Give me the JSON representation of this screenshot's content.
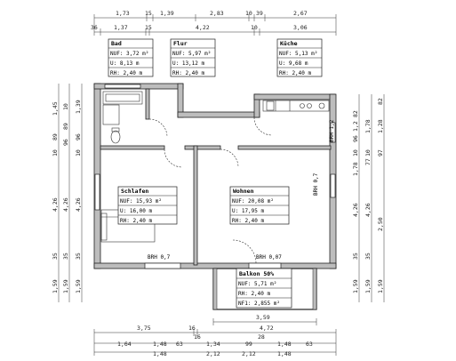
{
  "rooms": [
    {
      "id": "bad",
      "name": "Bad",
      "nuf": "NUF: 3,72 m²",
      "u": "U:    8,13 m",
      "rh": "RH:   2,40 m"
    },
    {
      "id": "flur",
      "name": "Flur",
      "nuf": "NUF: 5,97 m²",
      "u": "U:   13,12 m",
      "rh": "RH:   2,40 m"
    },
    {
      "id": "kueche",
      "name": "Küche",
      "nuf": "NUF: 5,13 m²",
      "u": "U:    9,68 m",
      "rh": "RH:   2,40 m"
    },
    {
      "id": "schlafen",
      "name": "Schlafen",
      "nuf": "NUF: 15,93 m²",
      "u": "U:   16,00 m",
      "rh": "RH:   2,40 m"
    },
    {
      "id": "wohnen",
      "name": "Wohnen",
      "nuf": "NUF: 20,08 m²",
      "u": "U:   17,95 m",
      "rh": "RH:   2,40 m"
    }
  ],
  "balkon": {
    "name": "Balkon 50%",
    "nuf": "NUF:  5,71 m²",
    "rh": "RH:   2,40 m",
    "nf1": "NF1: 2,855 m²"
  },
  "brh_labels": {
    "kueche": "BRH 1,2",
    "wohnen_right": "BRH 0,7",
    "schlafen_bottom": "BRH 0,7",
    "wohnen_bottom": "BRH 0,07"
  },
  "dims_top_row1": [
    "1,73",
    "15",
    "1,39",
    "2,83",
    "10",
    "39",
    "2,67"
  ],
  "dims_top_row2": [
    "36",
    "1,37",
    "15",
    "4,22",
    "10",
    "3,06"
  ],
  "dims_bottom_row1": [
    "3,59"
  ],
  "dims_bottom_row2": [
    "3,75",
    "16",
    "4,72"
  ],
  "dims_bottom_row3": [
    "16",
    "28"
  ],
  "dims_bottom_row4": [
    "1,64",
    "1,48",
    "63",
    "1,34",
    "99",
    "1,48",
    "63"
  ],
  "dims_bottom_row5": [
    "1,48",
    "2,12",
    "2,12",
    "1,48"
  ],
  "dims_left_col1": [
    "1,45",
    "89",
    "10",
    "4,26",
    "35",
    "1,59"
  ],
  "dims_left_col2": [
    "10",
    "89",
    "96",
    "4,26",
    "35",
    "1,59"
  ],
  "dims_left_col3": [
    "1,39",
    "96",
    "10",
    "4,26",
    "35",
    "1,59"
  ],
  "dims_right_col1": [
    "82",
    "1,2",
    "96",
    "10",
    "1,78",
    "4,26",
    "35",
    "1,59"
  ],
  "dims_right_col2": [
    "1,78",
    "77",
    "10",
    "4,26",
    "35",
    "1,59"
  ],
  "dims_right_col3": [
    "82",
    "1,28",
    "97",
    "2,50",
    "1,59"
  ]
}
